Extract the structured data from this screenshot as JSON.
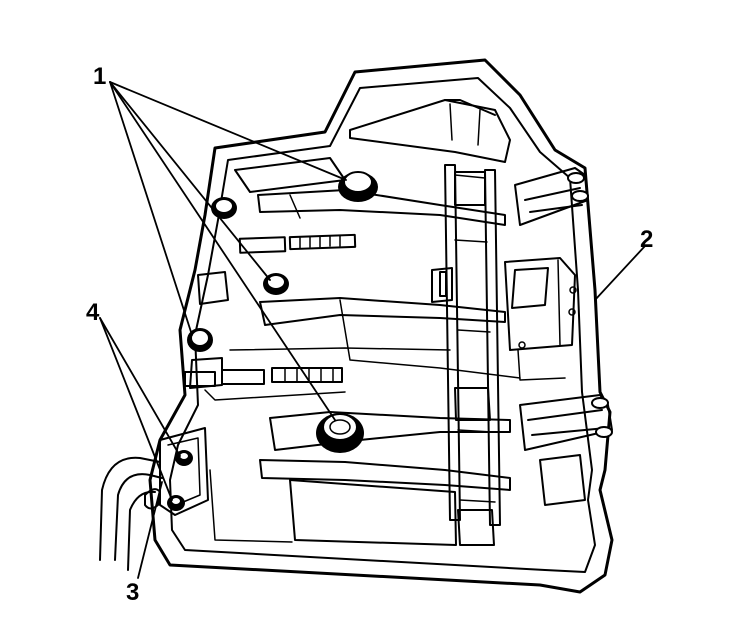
{
  "figure": {
    "callouts": {
      "c1": "1",
      "c2": "2",
      "c3": "3",
      "c4": "4"
    },
    "colors": {
      "line": "#000000",
      "background": "#ffffff"
    }
  }
}
